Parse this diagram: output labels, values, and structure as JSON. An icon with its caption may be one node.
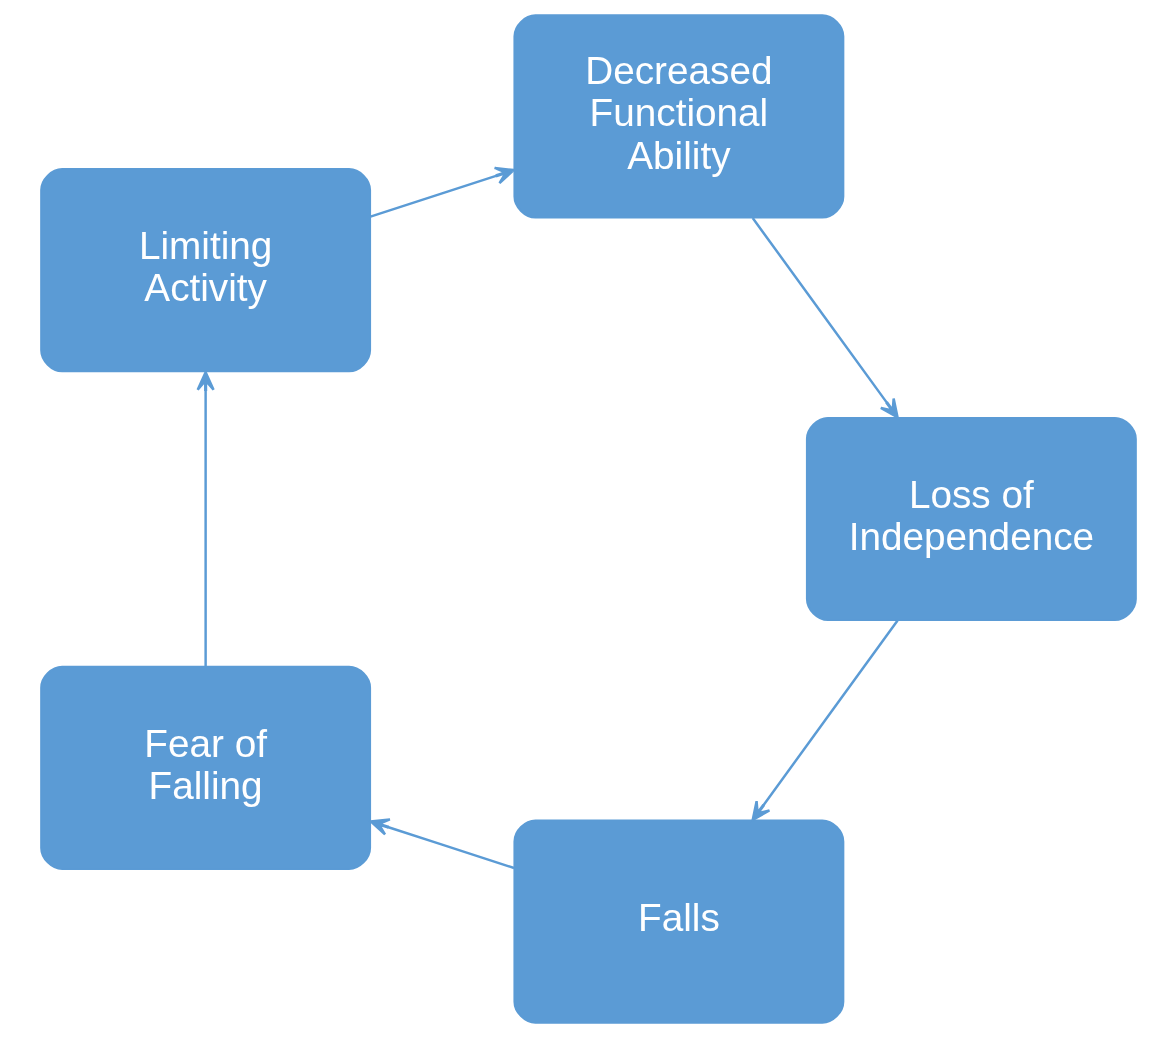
{
  "diagram": {
    "nodes": [
      {
        "text": [
          "Falls"
        ]
      },
      {
        "text": [
          "Fear of Falling"
        ]
      },
      {
        "text": [
          "Limiting Activity"
        ]
      },
      {
        "text": [
          "Decreased Functional Ability"
        ]
      },
      {
        "text": [
          "Loss of Independence"
        ]
      }
    ],
    "edges": [
      {
        "from": 0,
        "to": 1,
        "arrow": "to"
      },
      {
        "from": 1,
        "to": 2,
        "arrow": "to"
      },
      {
        "from": 2,
        "to": 3,
        "arrow": "to"
      },
      {
        "from": 3,
        "to": 4,
        "arrow": "to"
      },
      {
        "from": 4,
        "to": 0,
        "arrow": "to"
      }
    ]
  }
}
